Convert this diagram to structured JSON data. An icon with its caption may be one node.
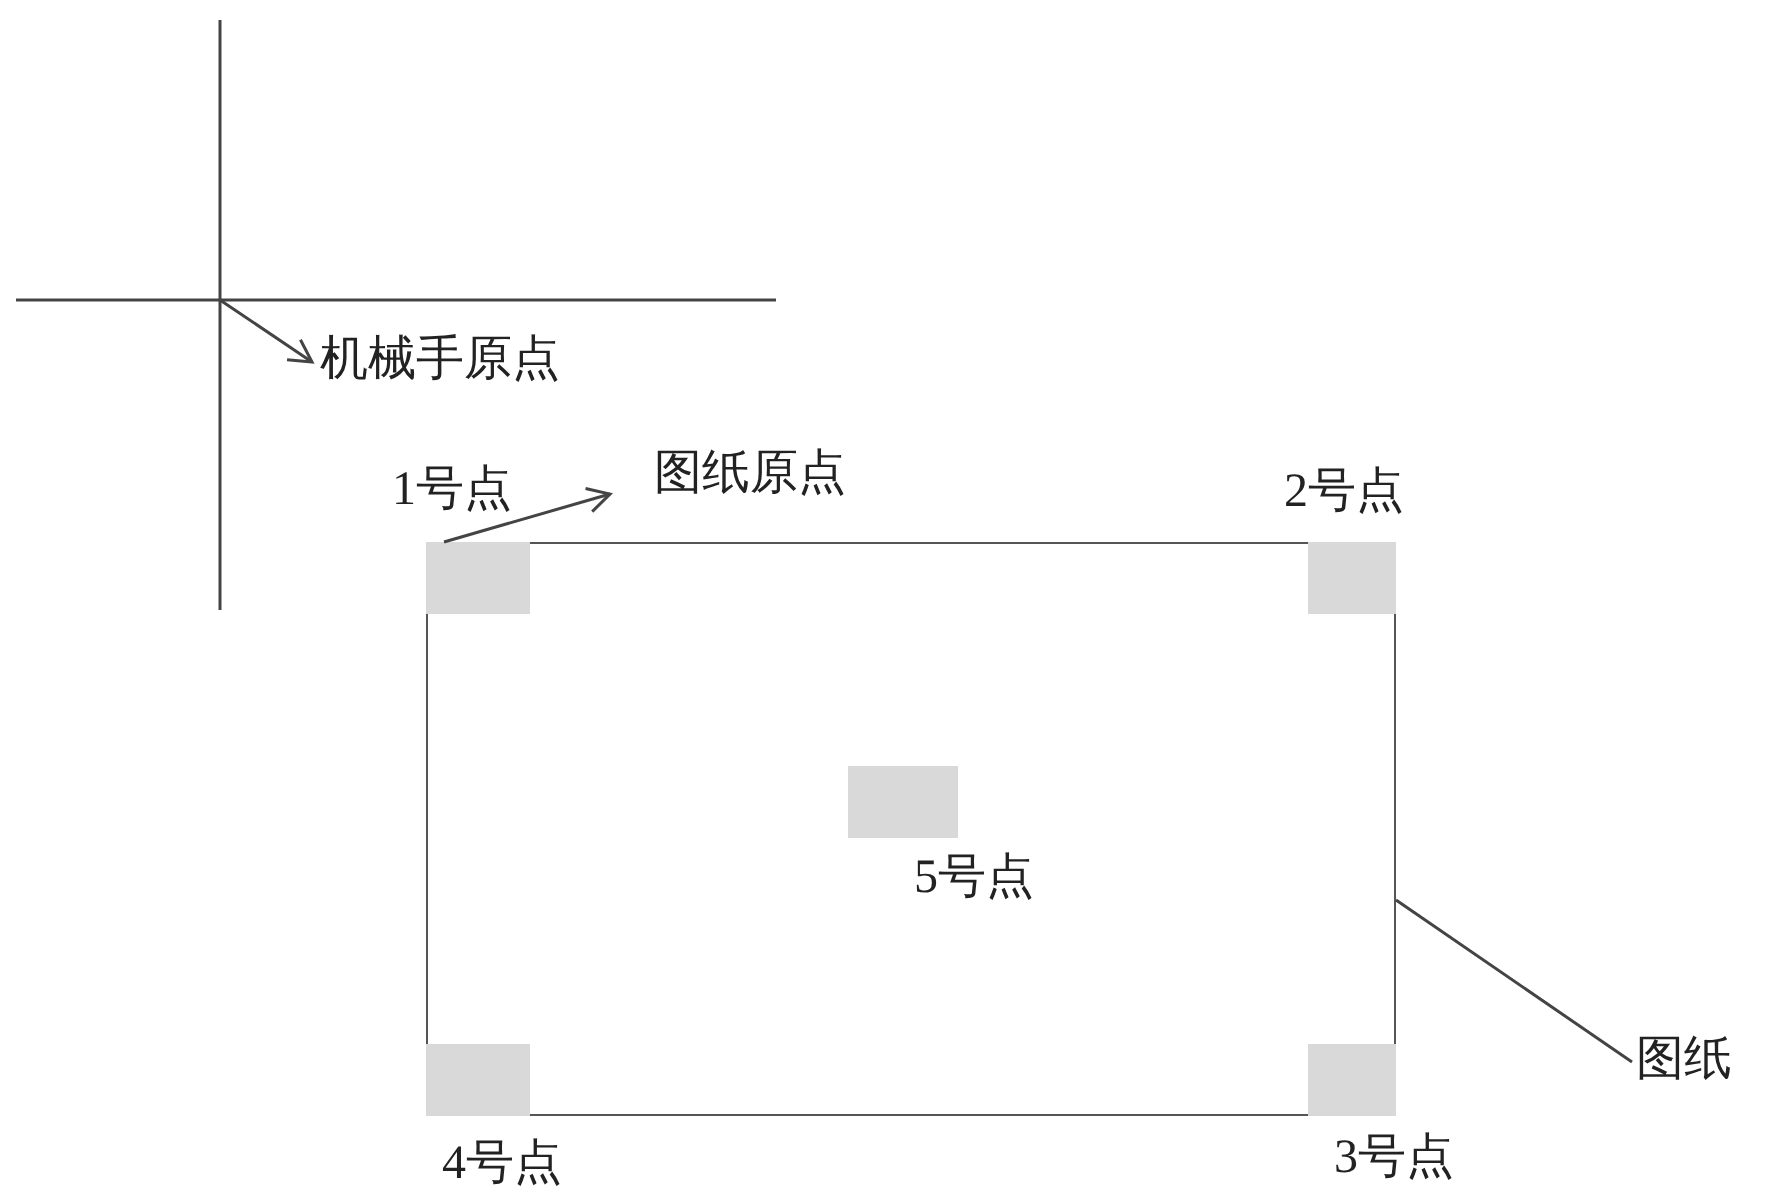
{
  "diagram": {
    "nodes": [
      {
        "text": [
          "机械手原点"
        ]
      },
      {
        "text": [
          "图纸原点"
        ]
      },
      {
        "text": [],
        "shape": "box"
      },
      {
        "text": [],
        "shape": "box",
        "in": 2,
        "beside": [
          "1号点"
        ]
      },
      {
        "text": [],
        "shape": "box",
        "in": 2,
        "beside": [
          "2号点"
        ]
      },
      {
        "text": [],
        "shape": "box",
        "in": 2,
        "beside": [
          "5号点"
        ]
      },
      {
        "text": [],
        "shape": "box",
        "in": 2,
        "beside": [
          "4号点"
        ]
      },
      {
        "text": [],
        "shape": "box",
        "in": 2,
        "beside": [
          "3号点"
        ]
      },
      {
        "text": [
          "图纸"
        ]
      }
    ],
    "edges": [
      {
        "from": null,
        "to": 0,
        "arrow": "to"
      },
      {
        "from": 2,
        "to": 1,
        "arrow": "to"
      },
      {
        "from": 2,
        "to": 8,
        "arrow": "none"
      }
    ]
  }
}
